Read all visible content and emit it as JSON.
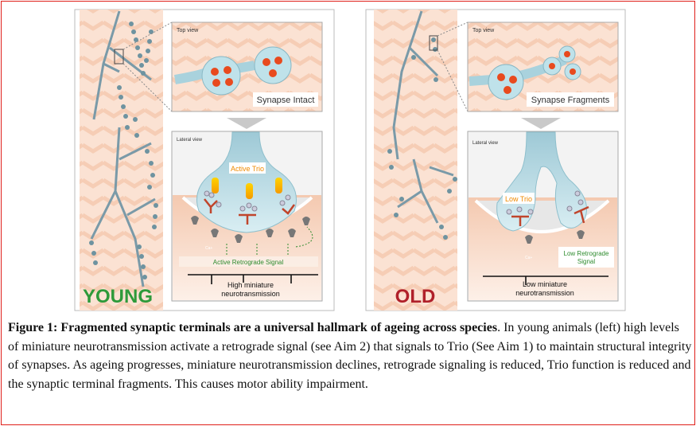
{
  "figure": {
    "young": {
      "label": "YOUNG",
      "top_view": "Top view",
      "top_caption": "Synapse Intact",
      "lateral_view": "Lateral view",
      "trio": "Active Trio",
      "signal": "Active Retrograde Signal",
      "ion": "Ca+",
      "trace_line1": "High miniature",
      "trace_line2": "neurotransmission"
    },
    "old": {
      "label": "OLD",
      "top_view": "Top view",
      "top_caption": "Synapse Fragments",
      "lateral_view": "Lateral view",
      "trio": "Low Trio",
      "signal_line1": "Low Retrograde",
      "signal_line2": "Signal",
      "ion": "Ca+",
      "trace_line1": "Low miniature",
      "trace_line2": "neurotransmission"
    },
    "colors": {
      "young": "#2e9a3a",
      "old": "#b0202a",
      "trio": "#f08a00",
      "signal": "#2e8b2e",
      "border": "#e0201a"
    }
  },
  "caption": {
    "title": "Figure 1: Fragmented synaptic terminals are a universal hallmark of ageing across species",
    "body": ". In young animals (left) high levels of miniature neurotransmission activate a retrograde signal (see Aim 2) that signals to Trio (See Aim 1) to maintain structural integrity of synapses.  As ageing progresses, miniature neurotransmission declines, retrograde signaling is reduced, Trio function is reduced and the synaptic terminal fragments.  This causes motor ability impairment."
  }
}
